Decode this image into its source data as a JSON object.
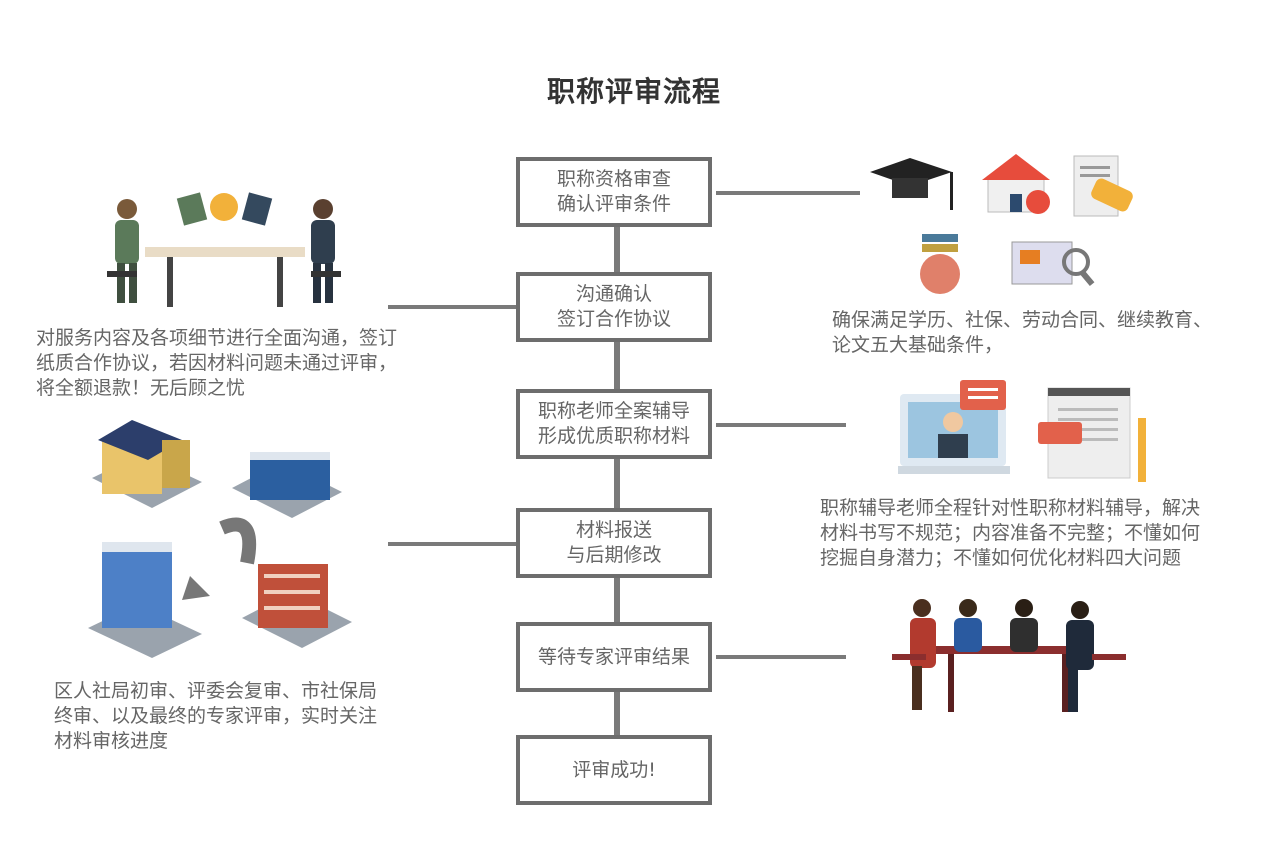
{
  "title": "职称评审流程",
  "steps": [
    {
      "line1": "职称资格审查",
      "line2": "确认评审条件"
    },
    {
      "line1": "沟通确认",
      "line2": "签订合作协议"
    },
    {
      "line1": "职称老师全案辅导",
      "line2": "形成优质职称材料"
    },
    {
      "line1": "材料报送",
      "line2": "与后期修改"
    },
    {
      "line1": "等待专家评审结果",
      "line2": ""
    },
    {
      "line1": "评审成功!",
      "line2": ""
    }
  ],
  "notes": {
    "communicate": [
      "对服务内容及各项细节进行全面沟通，签订",
      "纸质合作协议，若因材料问题未通过评审，",
      "将全额退款！无后顾之忧"
    ],
    "conditions": [
      "确保满足学历、社保、劳动合同、继续教育、",
      "论文五大基础条件，"
    ],
    "guidance": [
      "职称辅导老师全程针对性职称材料辅导，解决",
      "材料书写不规范；内容准备不完整；不懂如何",
      "挖掘自身潜力；不懂如何优化材料四大问题"
    ],
    "review": [
      "区人社局初审、评委会复审、市社保局",
      "终审、以及最终的专家评审，实时关注",
      "材料审核进度"
    ]
  },
  "colors": {
    "line": "#7a7a7a",
    "box_border": "#6d6d6d",
    "text": "#666666",
    "title": "#333333"
  }
}
